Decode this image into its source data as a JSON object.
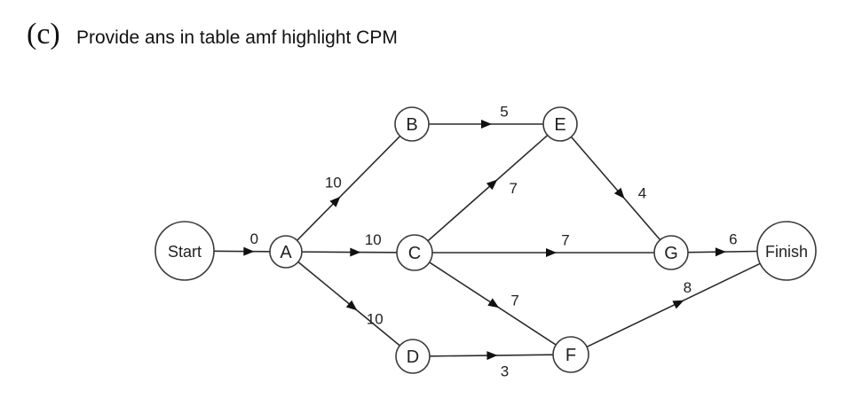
{
  "header": {
    "prefix": "(c)",
    "question": "Provide ans in table amf highlight CPM"
  },
  "diagram": {
    "nodes": [
      {
        "id": "Start",
        "label": "Start"
      },
      {
        "id": "A",
        "label": "A"
      },
      {
        "id": "B",
        "label": "B"
      },
      {
        "id": "C",
        "label": "C"
      },
      {
        "id": "D",
        "label": "D"
      },
      {
        "id": "E",
        "label": "E"
      },
      {
        "id": "F",
        "label": "F"
      },
      {
        "id": "G",
        "label": "G"
      },
      {
        "id": "Finish",
        "label": "Finish"
      }
    ],
    "edges": [
      {
        "from": "Start",
        "to": "A",
        "weight": "0"
      },
      {
        "from": "A",
        "to": "B",
        "weight": "10"
      },
      {
        "from": "A",
        "to": "C",
        "weight": "10"
      },
      {
        "from": "A",
        "to": "D",
        "weight": "10"
      },
      {
        "from": "B",
        "to": "E",
        "weight": "5"
      },
      {
        "from": "C",
        "to": "E",
        "weight": "7"
      },
      {
        "from": "C",
        "to": "G",
        "weight": "7"
      },
      {
        "from": "C",
        "to": "F",
        "weight": "7"
      },
      {
        "from": "D",
        "to": "F",
        "weight": "3"
      },
      {
        "from": "E",
        "to": "G",
        "weight": "4"
      },
      {
        "from": "G",
        "to": "Finish",
        "weight": "6"
      },
      {
        "from": "F",
        "to": "Finish",
        "weight": "8"
      }
    ]
  }
}
